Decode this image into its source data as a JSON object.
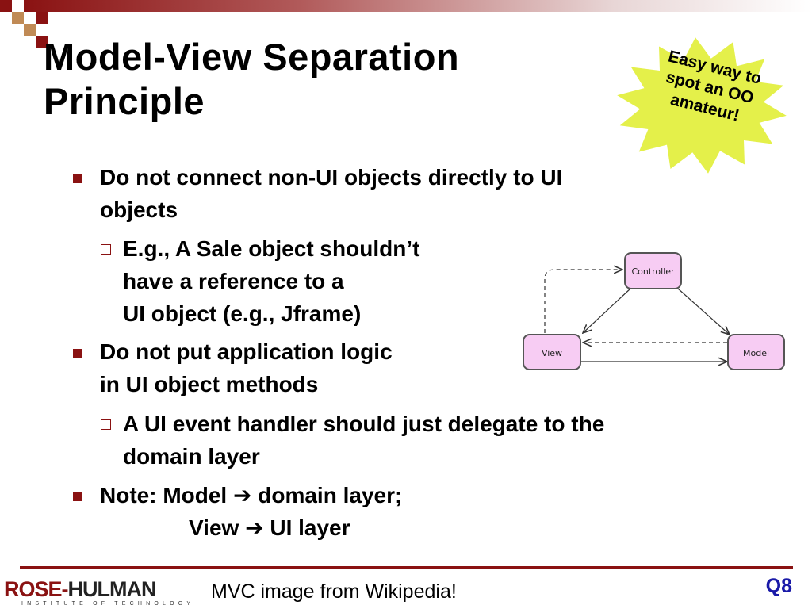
{
  "slide": {
    "title_lines": [
      "Model-View Separation",
      "Principle"
    ],
    "callout_lines": [
      "Easy way to",
      "spot an OO",
      "amateur!"
    ],
    "bullets": [
      {
        "level": 1,
        "lines": [
          "Do not connect non-UI objects directly to UI",
          "objects"
        ]
      },
      {
        "level": 2,
        "lines": [
          "E.g., A Sale object shouldn’t",
          "have a reference to a",
          "UI object (e.g., Jframe)"
        ]
      },
      {
        "level": 1,
        "lines": [
          "Do not put application logic",
          "in UI object methods"
        ]
      },
      {
        "level": 2,
        "lines": [
          "A UI event handler should just delegate to the",
          "domain layer"
        ]
      },
      {
        "level": 1,
        "note_label": "Note: Model",
        "note_rest": "domain layer;",
        "note_second": "View",
        "note_second_rest": "UI layer",
        "arrow": "➔"
      }
    ],
    "diagram": {
      "controller_label": "Controller",
      "view_label": "View",
      "model_label": "Model",
      "node_fill": "#f7ccf3",
      "node_stroke": "#555555"
    },
    "footer": {
      "logo_rose": "ROSE",
      "logo_dash": "-",
      "logo_hulman": "HULMAN",
      "logo_sub": "INSTITUTE OF TECHNOLOGY",
      "caption": "MVC image from Wikipedia!",
      "slide_number": "Q8"
    },
    "colors": {
      "accent": "#8a1212",
      "burst_fill": "#e4f04a",
      "slide_number": "#1a1aa8"
    }
  }
}
